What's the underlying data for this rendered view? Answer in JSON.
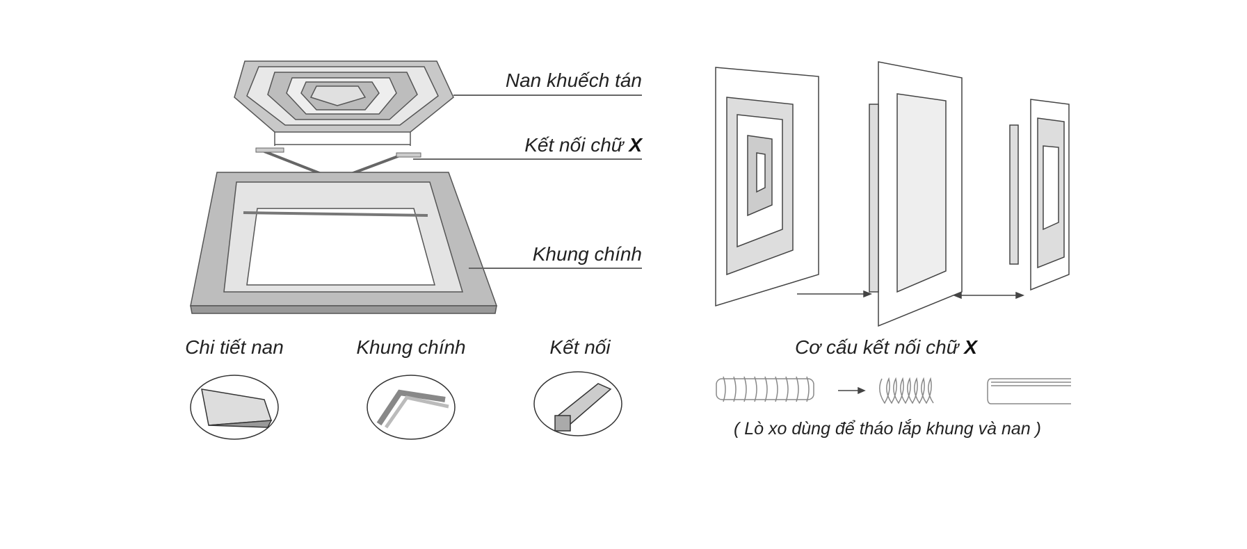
{
  "left_diagram": {
    "callouts": {
      "diffuser_blades": "Nan khuếch tán",
      "x_connector": "Kết nối chữ",
      "x_connector_letter": "X",
      "main_frame": "Khung chính"
    },
    "details": [
      {
        "label": "Chi tiết nan"
      },
      {
        "label": "Khung chính"
      },
      {
        "label": "Kết nối"
      }
    ]
  },
  "right_diagram": {
    "title": "Cơ cấu kết nối chữ",
    "title_letter": "X",
    "spring_caption": "( Lò xo dùng để tháo lắp khung và nan )"
  },
  "colors": {
    "fill": "#bdbdbd",
    "fill_light": "#e6e6e6",
    "stroke": "#555555",
    "text": "#222222"
  }
}
